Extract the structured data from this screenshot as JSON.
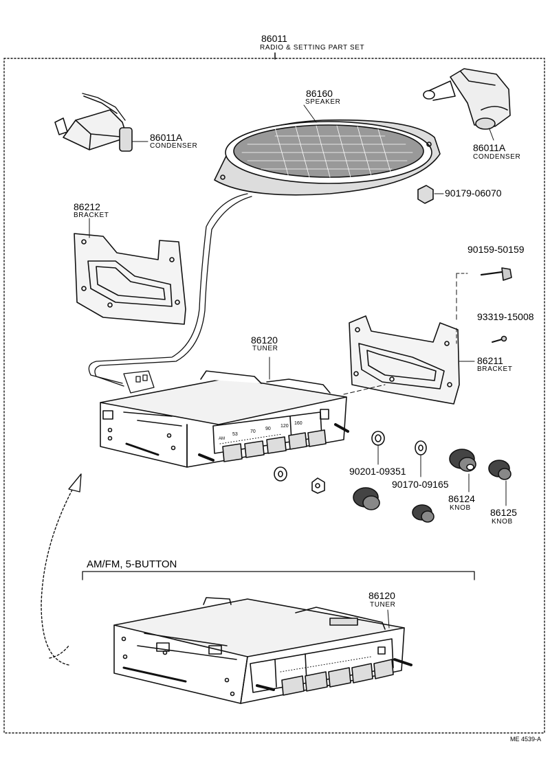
{
  "set": {
    "number": "86011",
    "name": "RADIO & SETTING PART SET"
  },
  "parts": {
    "condenser_left": {
      "number": "86011A",
      "name": "CONDENSER"
    },
    "speaker": {
      "number": "86160",
      "name": "SPEAKER"
    },
    "condenser_right": {
      "number": "86011A",
      "name": "CONDENSER"
    },
    "nut_speaker": {
      "number": "90179-06070"
    },
    "bracket_left": {
      "number": "86212",
      "name": "BRACKET"
    },
    "screw": {
      "number": "90159-50159"
    },
    "bolt": {
      "number": "93319-15008"
    },
    "bracket_right": {
      "number": "86211",
      "name": "BRACKET"
    },
    "tuner_top": {
      "number": "86120",
      "name": "TUNER"
    },
    "washer": {
      "number": "90201-09351"
    },
    "nut_knob": {
      "number": "90170-09165"
    },
    "knob_a": {
      "number": "86124",
      "name": "KNOB"
    },
    "knob_b": {
      "number": "86125",
      "name": "KNOB"
    },
    "tuner_bottom": {
      "number": "86120",
      "name": "TUNER"
    }
  },
  "variant": {
    "title": "AM/FM, 5-BUTTON"
  },
  "doc_code": "ME 4539-A"
}
